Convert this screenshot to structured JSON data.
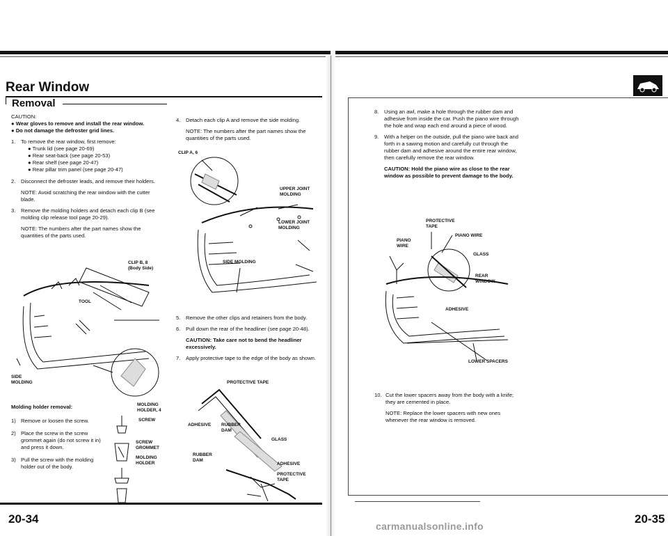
{
  "left_page": {
    "title": "Rear Window",
    "section": "Removal",
    "caution_heading": "CAUTION:",
    "cautions": [
      "Wear gloves to remove and install the rear window.",
      "Do not damage the defroster grid lines."
    ],
    "step1": {
      "num": "1.",
      "text": "To remove the rear window, first remove:",
      "items": [
        "Trunk lid (see page 20-69)",
        "Rear seat-back (see page 20-53)",
        "Rear shelf (see page 20-47)",
        "Rear pillar trim panel (see page 20-47)"
      ]
    },
    "step2": {
      "num": "2.",
      "text": "Disconnect the defroster leads, and remove their holders.",
      "note": "NOTE: Avoid scratching the rear window with the cutter blade."
    },
    "step3": {
      "num": "3.",
      "text": "Remove the molding holders and detach each clip B (see molding clip release tool page 20-29).",
      "note": "NOTE: The numbers after the part names show the quantities of the parts used."
    },
    "fig1_labels": {
      "clip_b": "CLIP B, 8",
      "body_side": "(Body Side)",
      "tool": "TOOL",
      "side_molding_1": "SIDE",
      "side_molding_2": "MOLDING",
      "holder_1": "MOLDING",
      "holder_2": "HOLDER, 4"
    },
    "holder_heading": "Molding holder removal:",
    "holder_steps": [
      {
        "num": "1)",
        "text": "Remove or loosen the screw."
      },
      {
        "num": "2)",
        "text": "Place the screw in the screw grommet again (do not screw it in) and press it down."
      },
      {
        "num": "3)",
        "text": "Pull the screw with the molding holder out of the body."
      }
    ],
    "fig2_labels": {
      "screw": "SCREW",
      "screw_grommet_1": "SCREW",
      "screw_grommet_2": "GROMMET",
      "molding_holder_1": "MOLDING",
      "molding_holder_2": "HOLDER"
    },
    "page_number": "20-34"
  },
  "middle_col": {
    "step4": {
      "num": "4.",
      "text": "Detach each clip A and remove the side molding.",
      "note": "NOTE: The numbers after the part names show the quantities of the parts used."
    },
    "fig3_labels": {
      "clip_a": "CLIP A, 6",
      "upper_1": "UPPER JOINT",
      "upper_2": "MOLDING",
      "lower_1": "LOWER JOINT",
      "lower_2": "MOLDING",
      "side": "SIDE MOLDING"
    },
    "step5": {
      "num": "5.",
      "text": "Remove the other clips and retainers from the body."
    },
    "step6": {
      "num": "6.",
      "text": "Pull down the rear of the headliner (see page 20-48)."
    },
    "caution": "CAUTION: Take care not to bend the headliner excessively.",
    "step7": {
      "num": "7.",
      "text": "Apply protective tape to the edge of the body as shown."
    },
    "fig4_labels": {
      "protective_tape": "PROTECTIVE TAPE",
      "adhesive": "ADHESIVE",
      "rubber_1": "RUBBER",
      "rubber_2": "DAM",
      "glass": "GLASS",
      "rubber_b1": "RUBBER",
      "rubber_b2": "DAM",
      "adhesive_b": "ADHESIVE",
      "prot_b1": "PROTECTIVE",
      "prot_b2": "TAPE"
    }
  },
  "right_page": {
    "step8": {
      "num": "8.",
      "text": "Using an awl, make a hole through the rubber dam and adhesive from inside the car. Push the piano wire through the hole and wrap each end around a piece of wood."
    },
    "step9": {
      "num": "9.",
      "text": "With a helper on the outside, pull the piano wire back and forth in a sawing motion and carefully cut through the rubber dam and adhesive around the entire rear window, then carefully remove the rear window."
    },
    "caution": "CAUTION: Hold the piano wire as close to the rear window as possible to prevent damage to the body.",
    "fig5_labels": {
      "prot_1": "PROTECTIVE",
      "prot_2": "TAPE",
      "piano_wire": "PIANO WIRE",
      "piano_1": "PIANO",
      "piano_2": "WIRE",
      "glass": "GLASS",
      "rear_1": "REAR",
      "rear_2": "WINDOW",
      "adhesive": "ADHESIVE",
      "lower_spacers": "LOWER SPACERS"
    },
    "step10": {
      "num": "10.",
      "text": "Cut the lower spacers away from the body with a knife; they are cemented in place.",
      "note": "NOTE: Replace the lower spacers with new ones whenever the rear window is removed."
    },
    "page_number": "20-35",
    "watermark": "carmanualsonline.info"
  }
}
